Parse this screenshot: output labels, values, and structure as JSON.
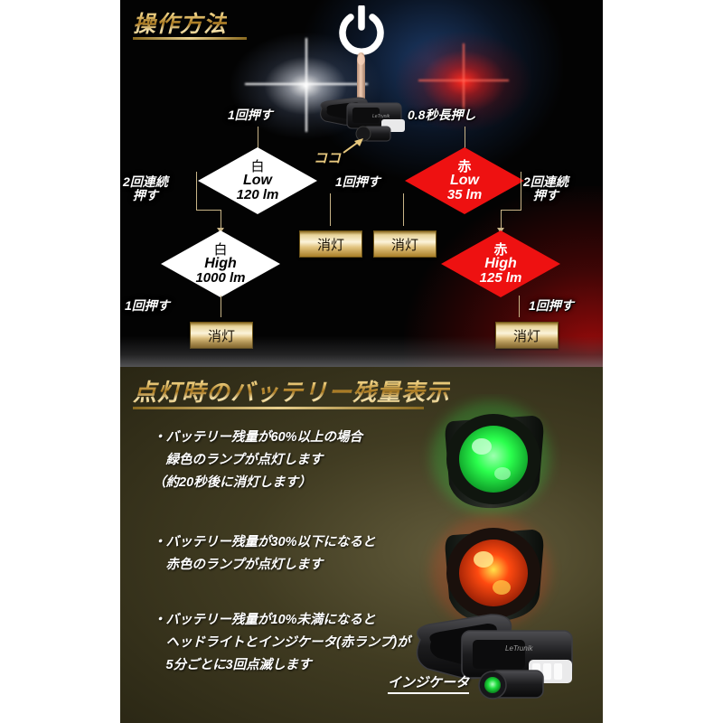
{
  "sections": {
    "operation": {
      "title": "操作方法",
      "power_icon": "power-icon",
      "here_label": "ココ",
      "press_once_left": "1回押す",
      "long_press_right": "0.8秒長押し",
      "press_twice_left_l1": "2回連続",
      "press_twice_left_l2": "押す",
      "press_twice_right_l1": "2回連続",
      "press_twice_right_l2": "押す",
      "press_once_mid_left": "1回押す",
      "press_once_bottom_left": "1回押す",
      "press_once_bottom_right": "1回押す",
      "nodes": [
        {
          "id": "white-low",
          "color": "white",
          "l1": "白",
          "l2": "Low",
          "l3": "120 lm"
        },
        {
          "id": "white-high",
          "color": "white",
          "l1": "白",
          "l2": "High",
          "l3": "1000 lm"
        },
        {
          "id": "red-low",
          "color": "red",
          "l1": "赤",
          "l2": "Low",
          "l3": "35 lm"
        },
        {
          "id": "red-high",
          "color": "red",
          "l1": "赤",
          "l2": "High",
          "l3": "125 lm"
        }
      ],
      "off_chips": [
        {
          "id": "off-1",
          "label": "消灯"
        },
        {
          "id": "off-2",
          "label": "消灯"
        },
        {
          "id": "off-3",
          "label": "消灯"
        },
        {
          "id": "off-4",
          "label": "消灯"
        }
      ]
    },
    "battery": {
      "title": "点灯時のバッテリー残量表示",
      "items": [
        {
          "lines": [
            "・バッテリー残量が60%以上の場合",
            "　緑色のランプが点灯します",
            "（約20秒後に消灯します）"
          ]
        },
        {
          "lines": [
            "・バッテリー残量が30%以下になると",
            "　赤色のランプが点灯します"
          ]
        },
        {
          "lines": [
            "・バッテリー残量が10%未満になると",
            "　ヘッドライトとインジケータ(赤ランプ)が",
            "　5分ごとに3回点滅します"
          ]
        }
      ],
      "indicator_label": "インジケータ",
      "lamp_green": "green-indicator-lamp",
      "lamp_red": "red-indicator-lamp"
    }
  },
  "colors": {
    "gold": "#e8cf8d",
    "red": "#ee1111",
    "white": "#ffffff",
    "bg_top": "#030303",
    "bg_bottom": "#413c22",
    "green_lamp": "#2bff4d",
    "red_lamp": "#ff3b12"
  }
}
